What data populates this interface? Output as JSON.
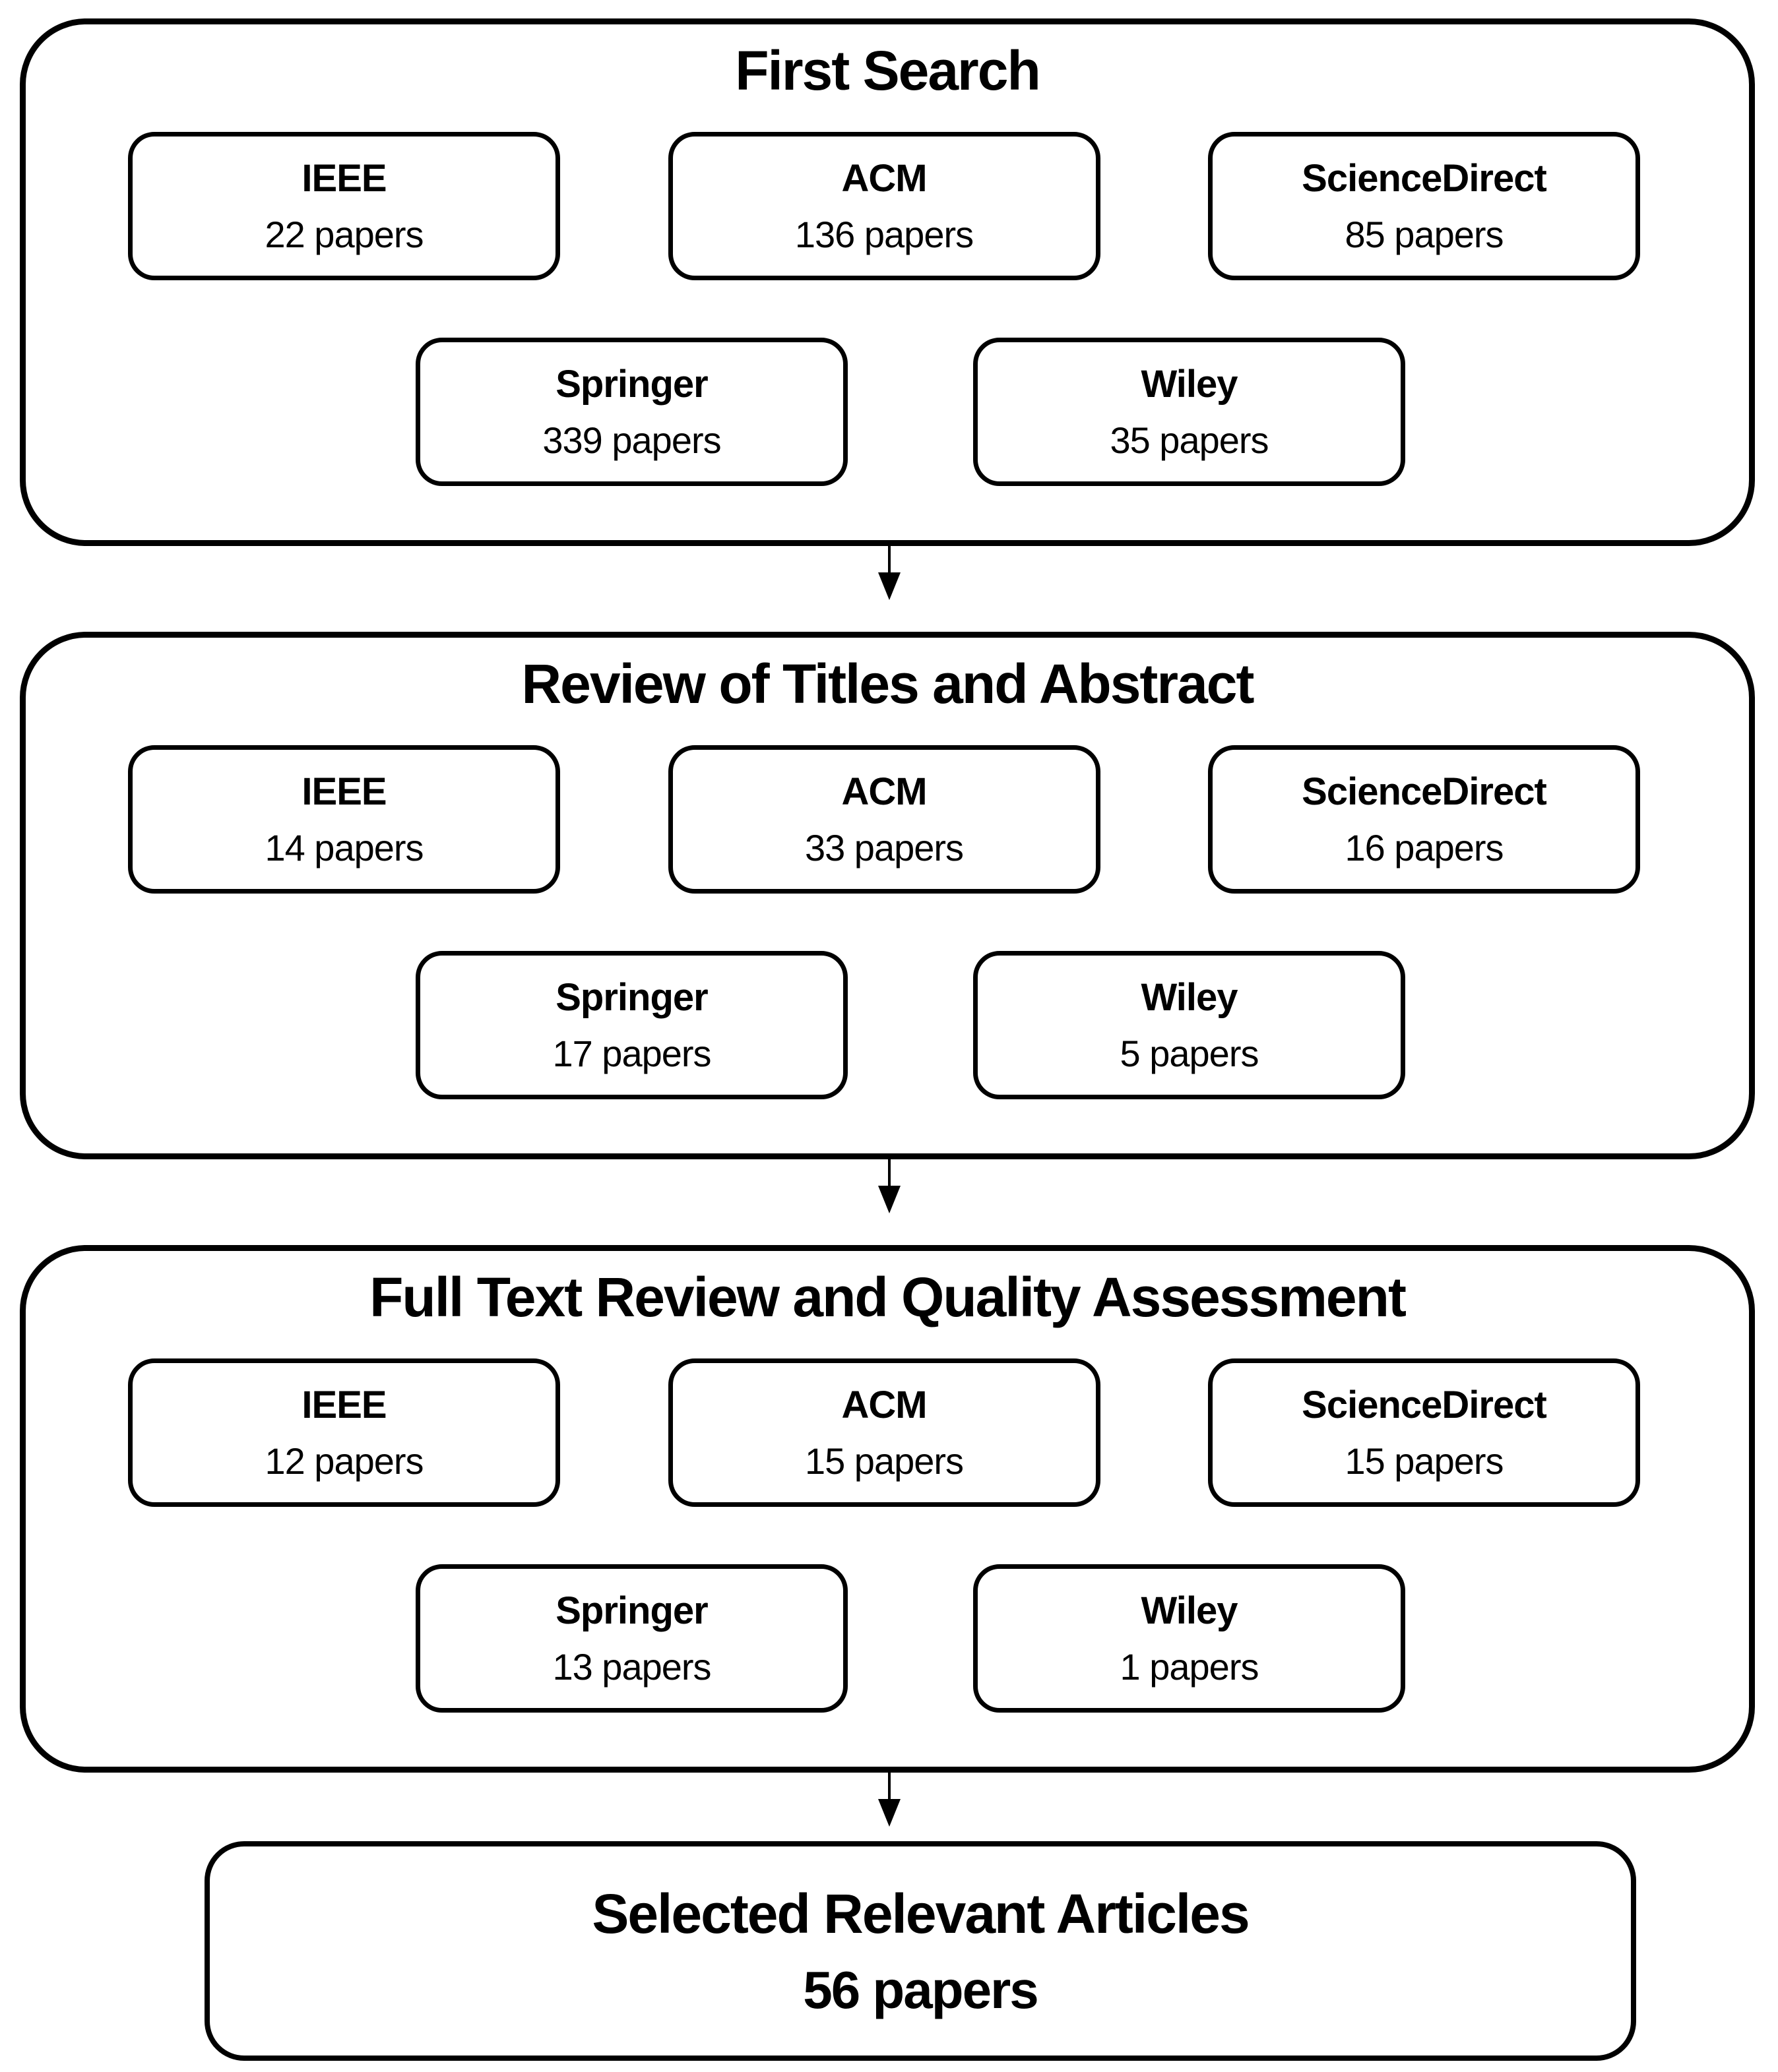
{
  "diagram": {
    "background": "#ffffff",
    "border_color": "#000000",
    "text_color": "#000000",
    "stages": [
      {
        "title": "First Search",
        "sources": [
          {
            "name": "IEEE",
            "count": "22 papers"
          },
          {
            "name": "ACM",
            "count": "136 papers"
          },
          {
            "name": "ScienceDirect",
            "count": "85 papers"
          },
          {
            "name": "Springer",
            "count": "339 papers"
          },
          {
            "name": "Wiley",
            "count": "35 papers"
          }
        ]
      },
      {
        "title": "Review of Titles and Abstract",
        "sources": [
          {
            "name": "IEEE",
            "count": "14 papers"
          },
          {
            "name": "ACM",
            "count": "33 papers"
          },
          {
            "name": "ScienceDirect",
            "count": "16 papers"
          },
          {
            "name": "Springer",
            "count": "17 papers"
          },
          {
            "name": "Wiley",
            "count": "5 papers"
          }
        ]
      },
      {
        "title": "Full Text Review and Quality Assessment",
        "sources": [
          {
            "name": "IEEE",
            "count": "12 papers"
          },
          {
            "name": "ACM",
            "count": "15 papers"
          },
          {
            "name": "ScienceDirect",
            "count": "15 papers"
          },
          {
            "name": "Springer",
            "count": "13 papers"
          },
          {
            "name": "Wiley",
            "count": "1 papers"
          }
        ]
      }
    ],
    "result": {
      "title": "Selected Relevant Articles",
      "count": "56 papers"
    }
  }
}
